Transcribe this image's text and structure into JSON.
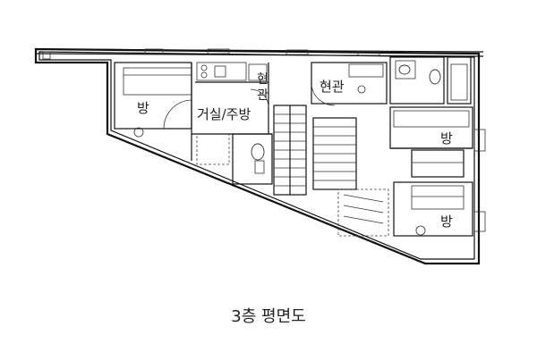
{
  "rooms": {
    "room_left": "방",
    "living_kitchen": "거실/주방",
    "entrance_1": "현관",
    "entrance_2": "현관",
    "room_upper_right": "방",
    "room_lower_right": "방"
  },
  "caption": "3층 평면도"
}
